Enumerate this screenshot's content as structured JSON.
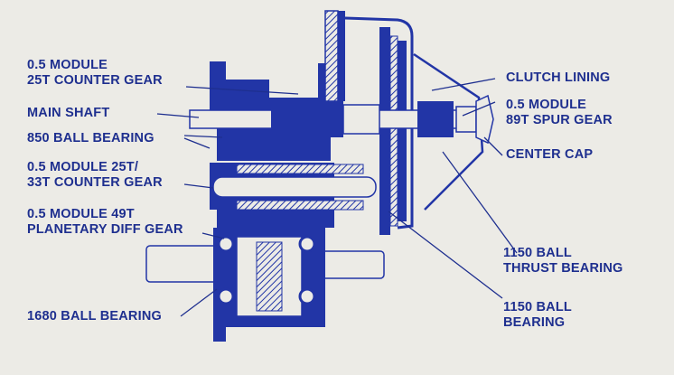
{
  "colors": {
    "background": "#ecebe6",
    "ink": "#1e2f8f",
    "fill": "#2235a6"
  },
  "labels": {
    "counter_gear_25t": [
      "0.5 MODULE",
      "25T COUNTER GEAR"
    ],
    "main_shaft": "MAIN SHAFT",
    "ball_bearing_850": "850 BALL BEARING",
    "counter_gear_25t_33t": [
      "0.5 MODULE 25T/",
      "33T COUNTER GEAR"
    ],
    "planetary_diff_gear": [
      "0.5 MODULE 49T",
      "PLANETARY DIFF GEAR"
    ],
    "ball_bearing_1680": "1680 BALL BEARING",
    "clutch_lining": "CLUTCH LINING",
    "spur_gear_89t": [
      "0.5 MODULE",
      "89T SPUR GEAR"
    ],
    "center_cap": "CENTER CAP",
    "thrust_bearing_1150": [
      "1150 BALL",
      "THRUST BEARING"
    ],
    "ball_bearing_1150": [
      "1150 BALL",
      "BEARING"
    ]
  }
}
